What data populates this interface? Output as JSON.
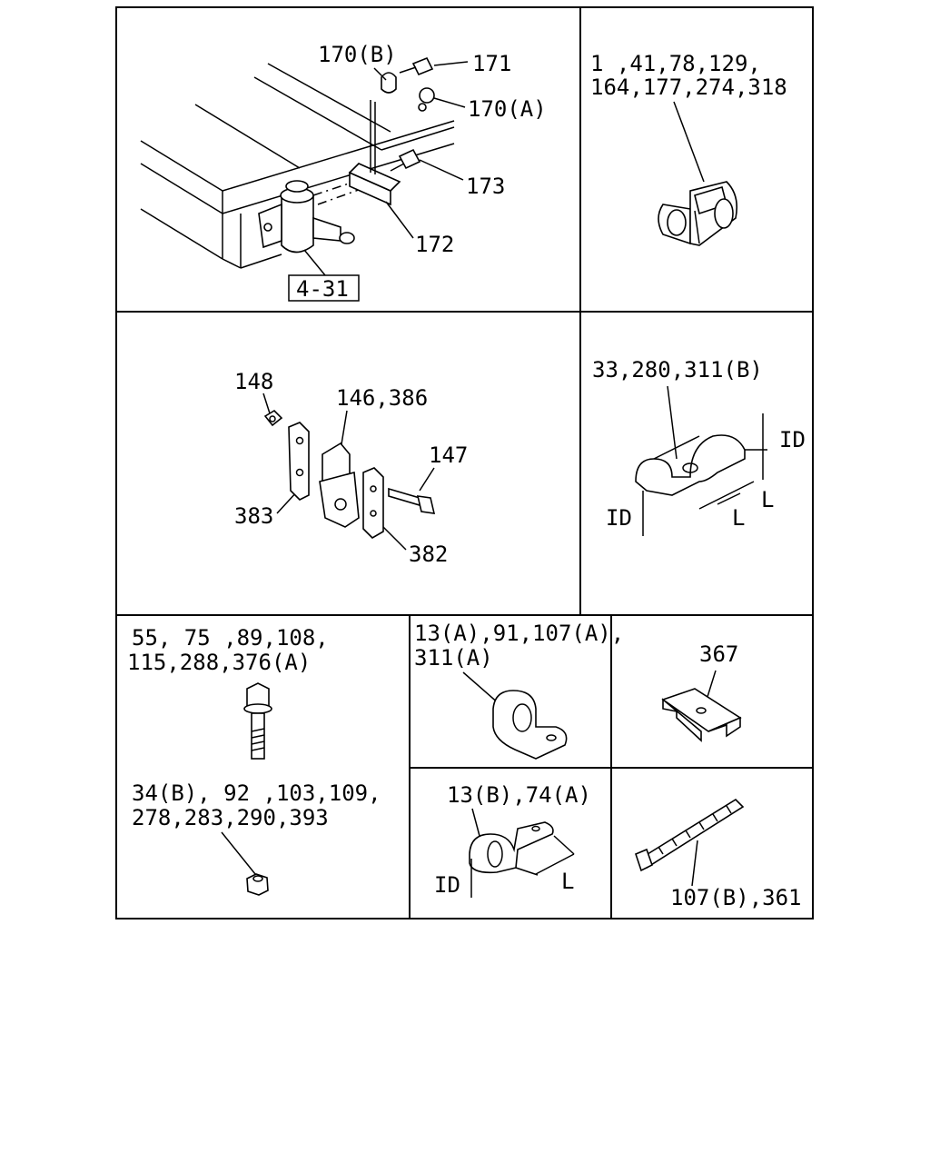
{
  "panels": {
    "steering_assembly": {
      "callouts": {
        "c170b": "170(B)",
        "c171": "171",
        "c170a": "170(A)",
        "c173": "173",
        "c172": "172",
        "ref": "4-31"
      }
    },
    "double_clip": {
      "line1": "1 ,41,78,129,",
      "line2": "164,177,274,318"
    },
    "bracket_exploded": {
      "callouts": {
        "c148": "148",
        "c146": "146,386",
        "c147": "147",
        "c383": "383",
        "c382": "382"
      }
    },
    "twin_clamp": {
      "label": "33,280,311(B)",
      "dim_id_right": "ID",
      "dim_l_right": "L",
      "dim_l_left": "L",
      "dim_id_left": "ID"
    },
    "bolt": {
      "line1": "55, 75 ,89,108,",
      "line2": "115,288,376(A)"
    },
    "nut": {
      "line1": "34(B), 92 ,103,109,",
      "line2": "278,283,290,393"
    },
    "single_clip_a": {
      "line1": "13(A),91,107(A),",
      "line2": "311(A)"
    },
    "plate_clip": {
      "label": "367"
    },
    "single_clip_b": {
      "label": "13(B),74(A)",
      "dim_id": "ID",
      "dim_l": "L"
    },
    "cable_tie": {
      "label": "107(B),361"
    }
  }
}
